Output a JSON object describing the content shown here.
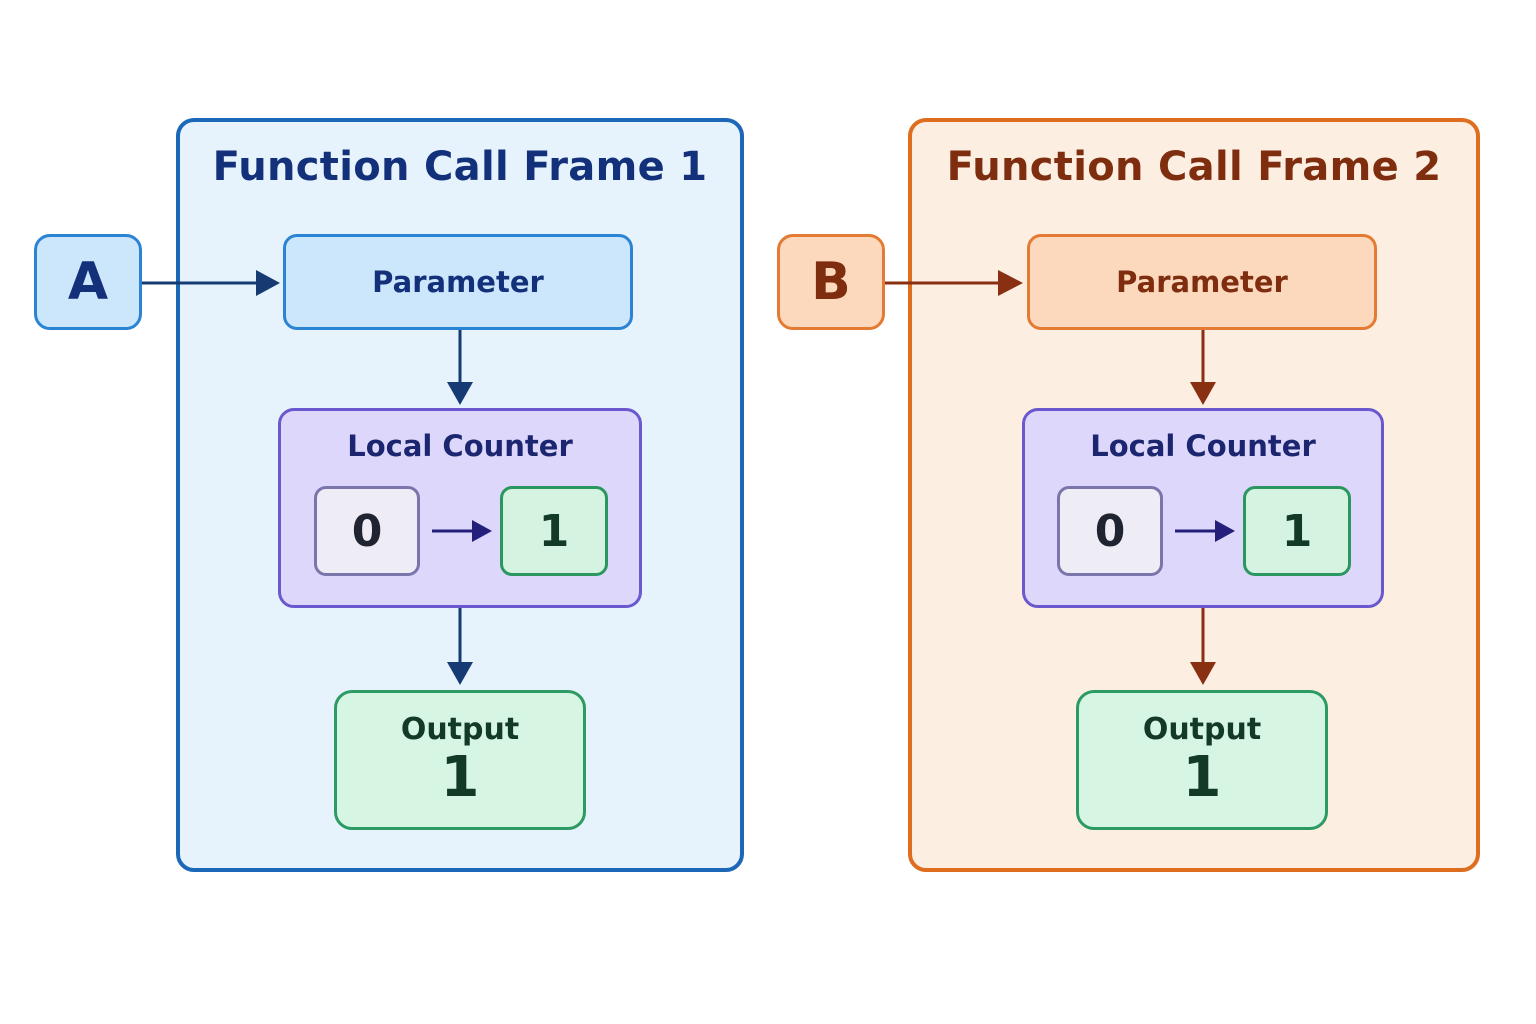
{
  "colors": {
    "frame1_bg": "#e6f3fd",
    "frame1_border": "#1d67b8",
    "frame1_title": "#13307a",
    "frame1_arrow": "#163b73",
    "input1_bg": "#cce6fb",
    "input1_border": "#2b84d3",
    "frame2_bg": "#fdeee2",
    "frame2_border": "#de6d1f",
    "frame2_title": "#7e2d0e",
    "frame2_arrow": "#8a3012",
    "input2_bg": "#fcd9bd",
    "input2_border": "#e47b34",
    "counter_bg": "#ddd8fb",
    "counter_border": "#6a58cf",
    "output_bg": "#d6f5e3",
    "output_border": "#2b9a63"
  },
  "frames": [
    {
      "title": "Function Call Frame 1",
      "input": "A",
      "parameter": "Parameter",
      "counter": {
        "title": "Local Counter",
        "from": "0",
        "to": "1"
      },
      "output": {
        "label": "Output",
        "value": "1"
      }
    },
    {
      "title": "Function Call Frame 2",
      "input": "B",
      "parameter": "Parameter",
      "counter": {
        "title": "Local Counter",
        "from": "0",
        "to": "1"
      },
      "output": {
        "label": "Output",
        "value": "1"
      }
    }
  ]
}
